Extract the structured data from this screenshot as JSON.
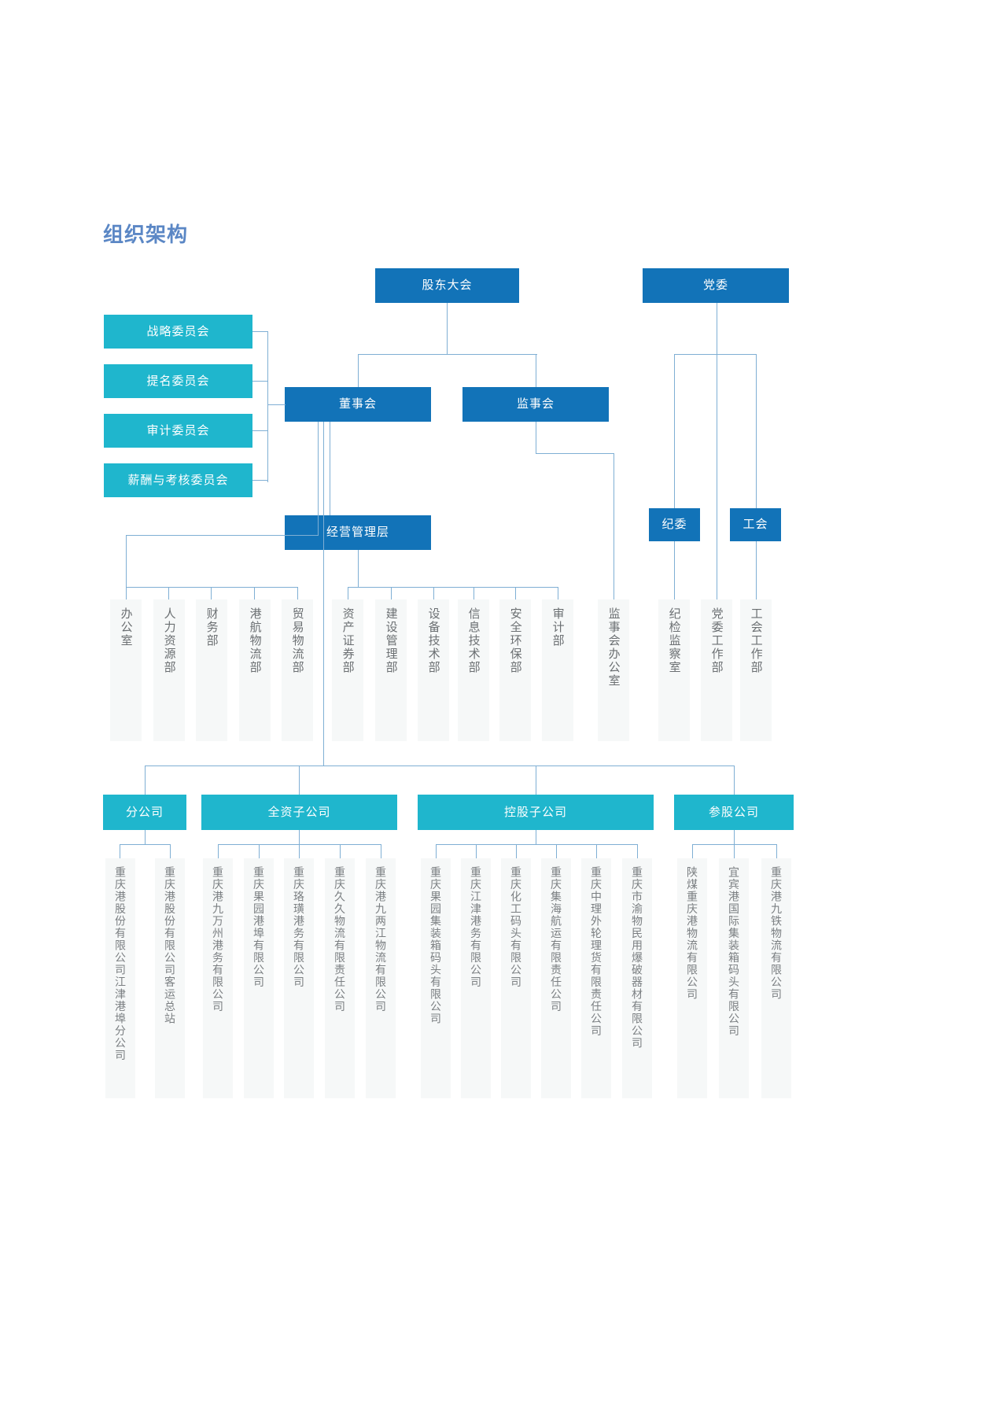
{
  "page": {
    "title": "组织架构",
    "title_color": "#5b87c5",
    "colors": {
      "dark_blue": "#1273b8",
      "cyan": "#1fb6cd",
      "connector": "#7fafd4",
      "plate_bg": "#f6f8f8",
      "plate_text": "#6b6f72",
      "background": "#ffffff"
    }
  },
  "top": {
    "shareholders_meeting": "股东大会",
    "party_committee": "党委"
  },
  "committees": [
    {
      "label": "战略委员会"
    },
    {
      "label": "提名委员会"
    },
    {
      "label": "审计委员会"
    },
    {
      "label": "薪酬与考核委员会"
    }
  ],
  "governance": {
    "board_of_directors": "董事会",
    "board_of_supervisors": "监事会",
    "management": "经营管理层",
    "discipline_committee": "纪委",
    "labor_union": "工会"
  },
  "departments_left": [
    {
      "label": "办公室"
    },
    {
      "label": "人力资源部"
    },
    {
      "label": "财务部"
    },
    {
      "label": "港航物流部"
    },
    {
      "label": "贸易物流部"
    }
  ],
  "departments_right": [
    {
      "label": "资产证券部"
    },
    {
      "label": "建设管理部"
    },
    {
      "label": "设备技术部"
    },
    {
      "label": "信息技术部"
    },
    {
      "label": "安全环保部"
    },
    {
      "label": "审计部"
    }
  ],
  "departments_supervisor": [
    {
      "label": "监事会办公室"
    }
  ],
  "departments_party": [
    {
      "label": "纪检监察室"
    },
    {
      "label": "党委工作部"
    },
    {
      "label": "工会工作部"
    }
  ],
  "categories": [
    {
      "label": "分公司"
    },
    {
      "label": "全资子公司"
    },
    {
      "label": "控股子公司"
    },
    {
      "label": "参股公司"
    }
  ],
  "branches": [
    {
      "label": "重庆港股份有限公司江津港埠分公司"
    },
    {
      "label": "重庆港股份有限公司客运总站"
    }
  ],
  "wholly_owned": [
    {
      "label": "重庆港九万州港务有限公司"
    },
    {
      "label": "重庆果园港埠有限公司"
    },
    {
      "label": "重庆珞璜港务有限公司"
    },
    {
      "label": "重庆久久物流有限责任公司"
    },
    {
      "label": "重庆港九两江物流有限公司"
    }
  ],
  "holding": [
    {
      "label": "重庆果园集装箱码头有限公司"
    },
    {
      "label": "重庆江津港务有限公司"
    },
    {
      "label": "重庆化工码头有限公司"
    },
    {
      "label": "重庆集海航运有限责任公司"
    },
    {
      "label": "重庆中理外轮理货有限责任公司"
    },
    {
      "label": "重庆市渝物民用爆破器材有限公司"
    }
  ],
  "minority": [
    {
      "label": "陕煤重庆港物流有限公司"
    },
    {
      "label": "宜宾港国际集装箱码头有限公司"
    },
    {
      "label": "重庆港九铁物流有限公司"
    }
  ]
}
